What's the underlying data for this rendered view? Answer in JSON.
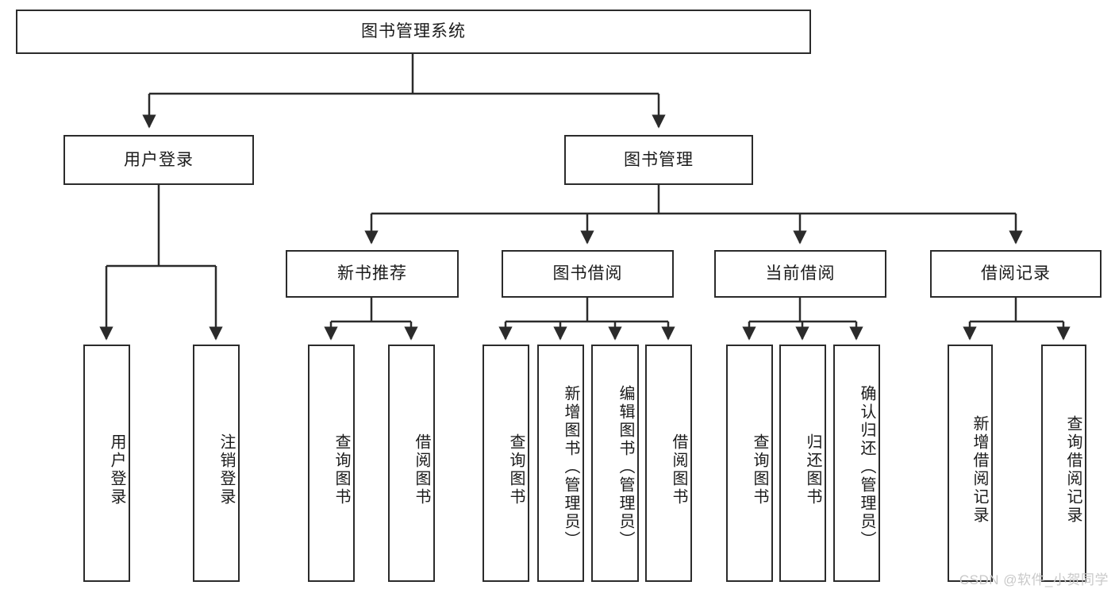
{
  "diagram": {
    "type": "tree-hierarchy",
    "title": "图书管理系统",
    "root": {
      "id": "root",
      "label": "图书管理系统"
    },
    "level2": [
      {
        "id": "user-login",
        "label": "用户登录"
      },
      {
        "id": "book-manage",
        "label": "图书管理"
      }
    ],
    "level3": [
      {
        "id": "new-book-recommend",
        "label": "新书推荐",
        "parent": "book-manage"
      },
      {
        "id": "book-borrow",
        "label": "图书借阅",
        "parent": "book-manage"
      },
      {
        "id": "current-borrow",
        "label": "当前借阅",
        "parent": "book-manage"
      },
      {
        "id": "borrow-record",
        "label": "借阅记录",
        "parent": "book-manage"
      }
    ],
    "leaves": {
      "user-login": [
        {
          "id": "leaf-user-login",
          "label": "用户登录"
        },
        {
          "id": "leaf-user-logout",
          "label": "注销登录"
        }
      ],
      "new-book-recommend": [
        {
          "id": "leaf-query-book-1",
          "label": "查询图书"
        },
        {
          "id": "leaf-borrow-book-1",
          "label": "借阅图书"
        }
      ],
      "book-borrow": [
        {
          "id": "leaf-query-book-2",
          "label": "查询图书"
        },
        {
          "id": "leaf-add-book",
          "label": "新增图书（管理员）"
        },
        {
          "id": "leaf-edit-book",
          "label": "编辑图书（管理员）"
        },
        {
          "id": "leaf-borrow-book-2",
          "label": "借阅图书"
        }
      ],
      "current-borrow": [
        {
          "id": "leaf-query-book-3",
          "label": "查询图书"
        },
        {
          "id": "leaf-return-book",
          "label": "归还图书"
        },
        {
          "id": "leaf-confirm-return",
          "label": "确认归还（管理员）"
        }
      ],
      "borrow-record": [
        {
          "id": "leaf-add-record",
          "label": "新增借阅记录"
        },
        {
          "id": "leaf-query-record",
          "label": "查询借阅记录"
        }
      ]
    },
    "colors": {
      "stroke": "#2b2b2b",
      "fill": "#ffffff",
      "text": "#1b1b1b",
      "watermark": "#c9c9c9"
    }
  },
  "watermark": {
    "text": "CSDN @软件_小贺同学"
  }
}
